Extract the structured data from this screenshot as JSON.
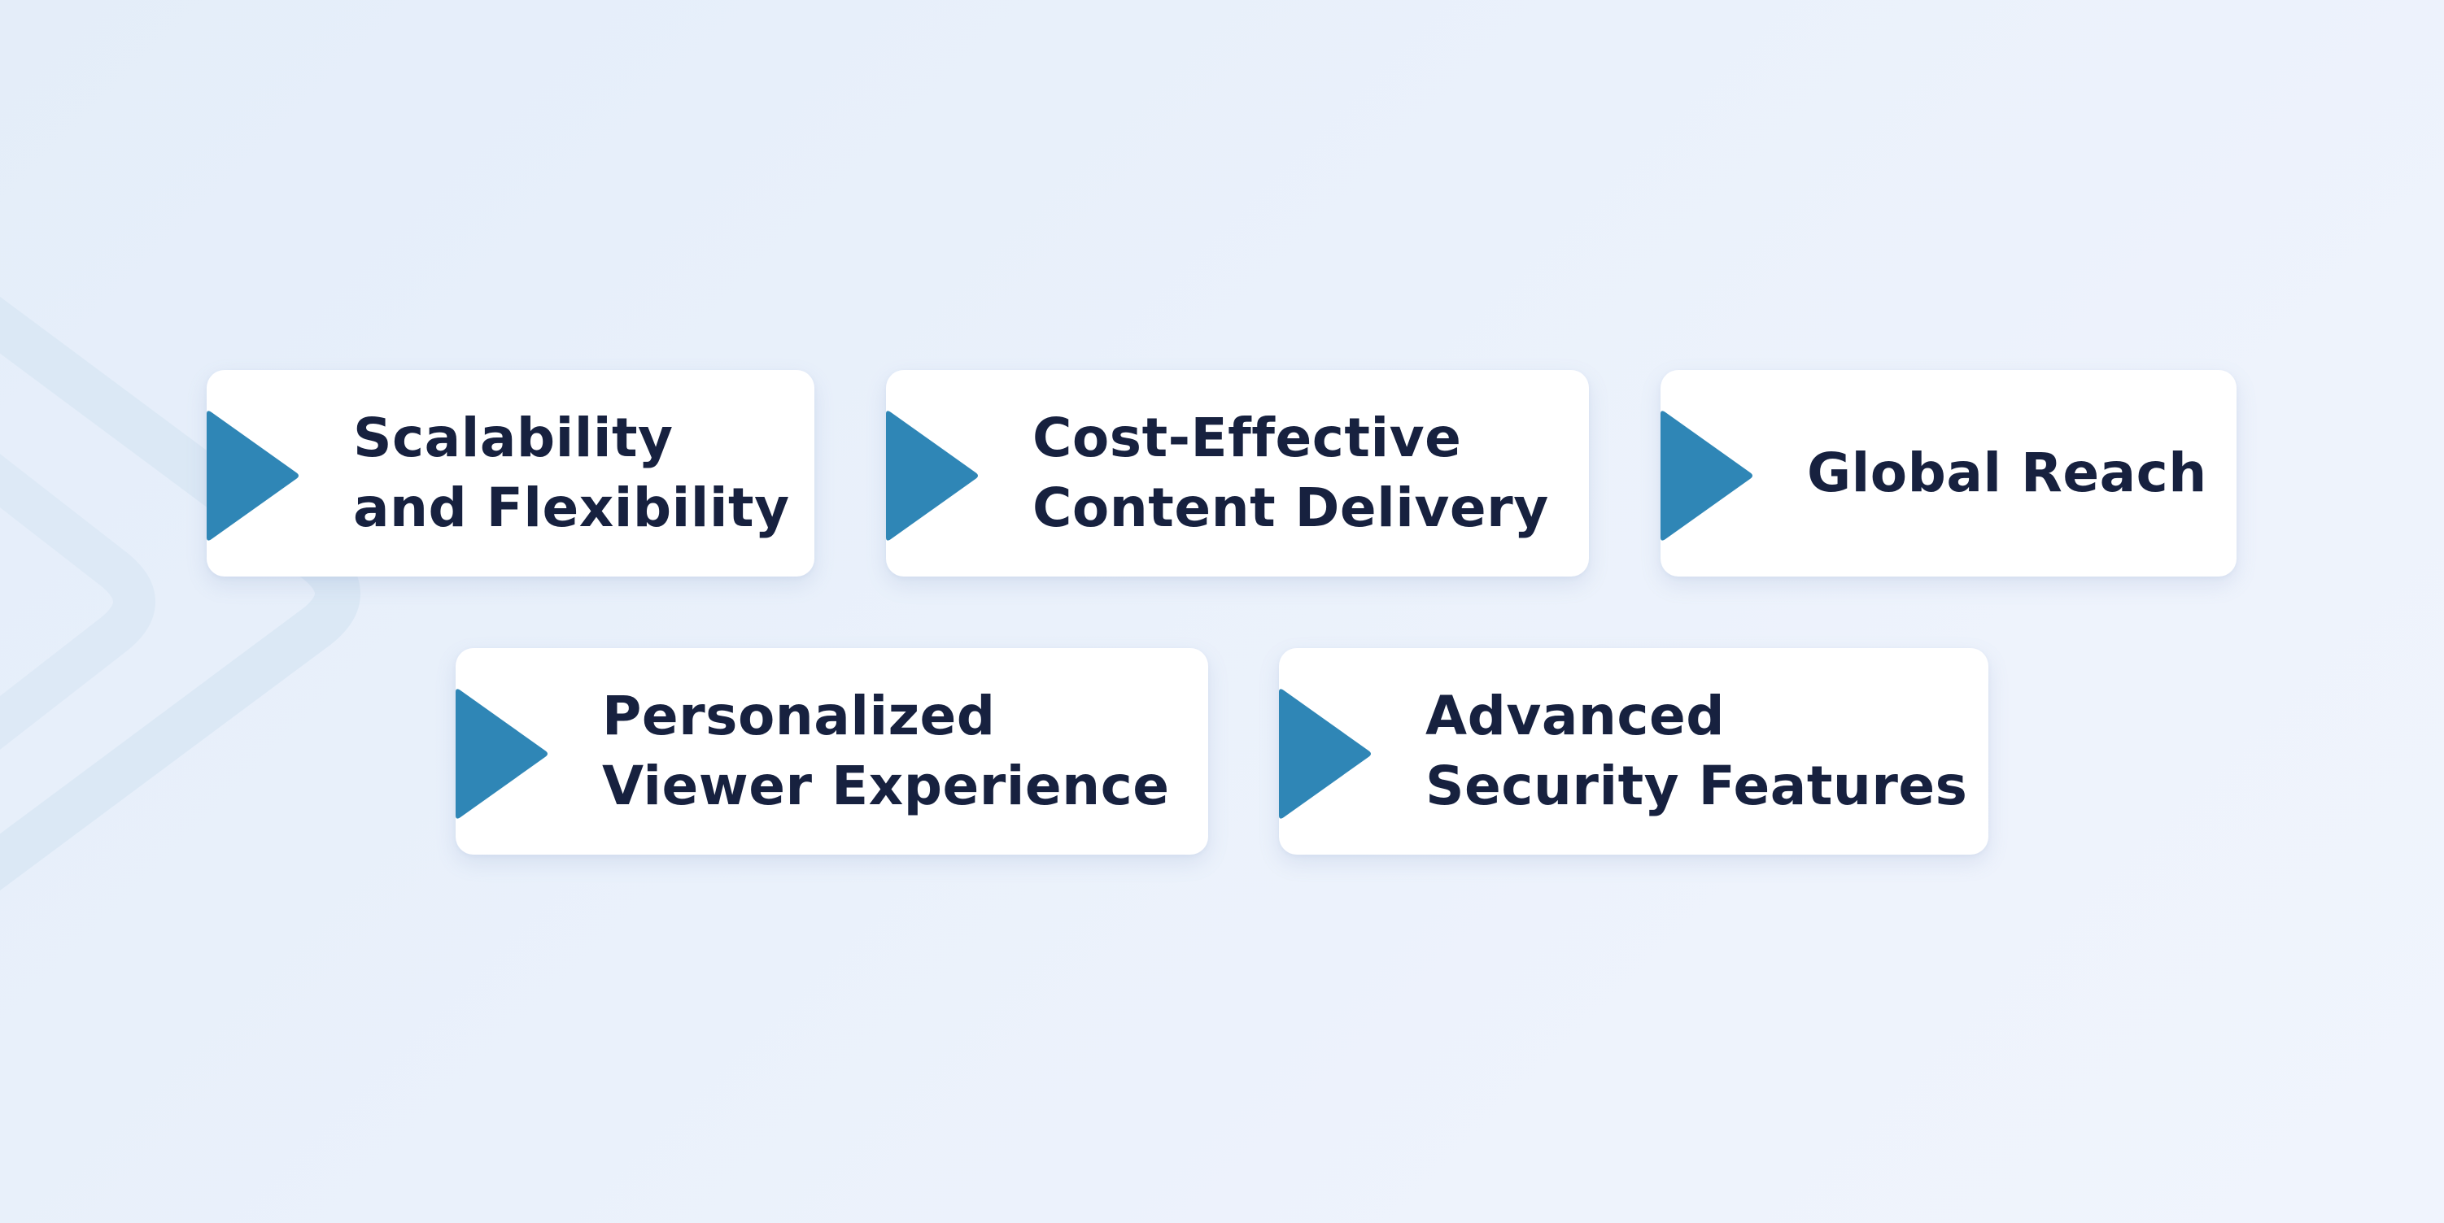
{
  "colors": {
    "background": "#e9f0fb",
    "card": "#ffffff",
    "text": "#17213f",
    "accent": "#2f86b6",
    "chevron": "#d9e8f5"
  },
  "icon": "play-triangle-icon",
  "cards": [
    {
      "lines": [
        "Scalability",
        "and Flexibility"
      ]
    },
    {
      "lines": [
        "Cost-Effective",
        "Content Delivery"
      ]
    },
    {
      "lines": [
        "Global Reach"
      ]
    },
    {
      "lines": [
        "Personalized",
        "Viewer Experience"
      ]
    },
    {
      "lines": [
        "Advanced",
        "Security Features"
      ]
    }
  ]
}
